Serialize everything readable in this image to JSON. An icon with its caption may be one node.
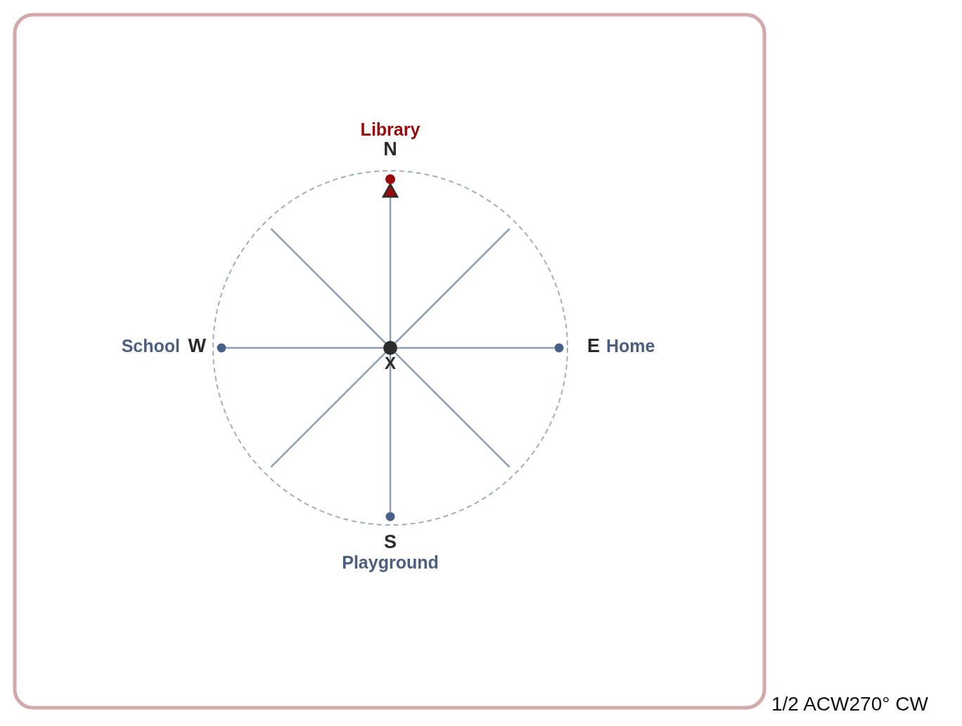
{
  "diagram": {
    "nodes": [
      {
        "text": [],
        "shape": "circle",
        "beside": [
          "X"
        ]
      },
      {
        "text": [],
        "shape": "circle",
        "beside": [
          "N",
          "Library"
        ]
      },
      {
        "text": [],
        "shape": "circle",
        "beside": [
          "E",
          "Home"
        ]
      },
      {
        "text": [],
        "shape": "circle",
        "beside": [
          "S",
          "Playground"
        ]
      },
      {
        "text": [],
        "shape": "circle",
        "beside": [
          "W",
          "School"
        ]
      }
    ],
    "edges": [
      {
        "from": 0,
        "to": 1,
        "arrow": "to"
      },
      {
        "from": 0,
        "to": 2,
        "arrow": "none"
      },
      {
        "from": 0,
        "to": 3,
        "arrow": "none"
      },
      {
        "from": 0,
        "to": 4,
        "arrow": "none"
      }
    ],
    "labels": [
      "1/2 ACW270° CW"
    ]
  }
}
